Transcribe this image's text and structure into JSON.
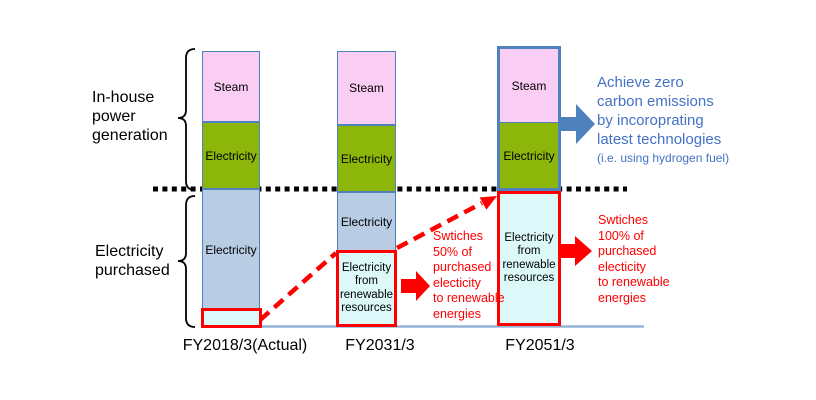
{
  "row_labels": {
    "in_house": "In-house\npower\ngeneration",
    "purchased": "Electricity\npurchased"
  },
  "columns": [
    {
      "axis_label": "FY2018/3(Actual)",
      "segments": {
        "steam": "Steam",
        "generated_electricity": "Electricity",
        "purchased_electricity": "Electricity",
        "renewable": ""
      }
    },
    {
      "axis_label": "FY2031/3",
      "segments": {
        "steam": "Steam",
        "generated_electricity": "Electricity",
        "purchased_electricity": "Electricity",
        "renewable": "Electricity\nfrom\nrenewable\nresources"
      }
    },
    {
      "axis_label": "FY2051/3",
      "segments": {
        "steam": "Steam",
        "generated_electricity": "Electricity",
        "renewable": "Electricity\nfrom\nrenewable\nresources"
      }
    }
  ],
  "annotations": {
    "zero_carbon_main": "Achieve zero\ncarbon emissions\nby incoroprating\nlatest technologies",
    "zero_carbon_sub": "(i.e. using hydrogen fuel)",
    "switch_50": "Swtiches\n50% of\npurchased\nelecticity\nto renewable\nenergies",
    "switch_100": "Swtiches\n100% of\npurchased\nelecticity\nto renewable\nenergies"
  },
  "colors": {
    "steam_fill": "#facdf5",
    "generated_electricity_fill": "#8cb70a",
    "purchased_electricity_fill": "#b8cce4",
    "renewable_fill": "#dcf8f8",
    "bar_border": "#4f81bd",
    "highlight_red": "#ff0000",
    "baseline_blue": "#95b3d7",
    "note_blue": "#4472c4",
    "separator_black": "#000000"
  }
}
